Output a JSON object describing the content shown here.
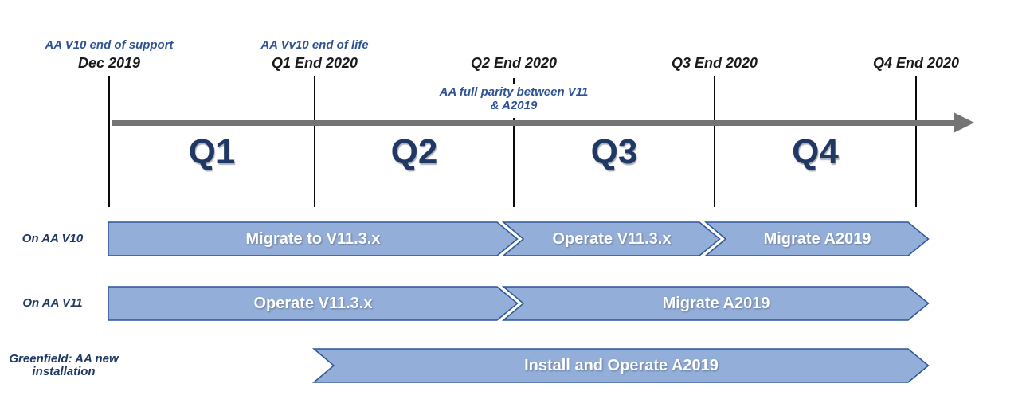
{
  "colors": {
    "arrow_fill": "#93aed9",
    "arrow_border": "#2e5597",
    "timeline_gray": "#747474",
    "navy": "#1f3864",
    "blue_label": "#2e5395",
    "black_label": "#1a1a1a"
  },
  "milestones": [
    {
      "title": "AA V10 end of support",
      "date": "Dec 2019"
    },
    {
      "title": "AA Vv10 end of life",
      "date": "Q1 End 2020"
    },
    {
      "date": "Q2 End 2020",
      "note": "AA full parity between V11 & A2019"
    },
    {
      "date": "Q3 End 2020"
    },
    {
      "date": "Q4 End 2020"
    }
  ],
  "quarters": [
    "Q1",
    "Q2",
    "Q3",
    "Q4"
  ],
  "rows": [
    {
      "label": "On AA V10",
      "segments": [
        "Migrate to V11.3.x",
        "Operate V11.3.x",
        "Migrate A2019"
      ]
    },
    {
      "label": "On AA V11",
      "segments": [
        "Operate V11.3.x",
        "Migrate A2019"
      ]
    },
    {
      "label": "Greenfield: AA new installation",
      "segments": [
        "Install and Operate A2019"
      ]
    }
  ]
}
